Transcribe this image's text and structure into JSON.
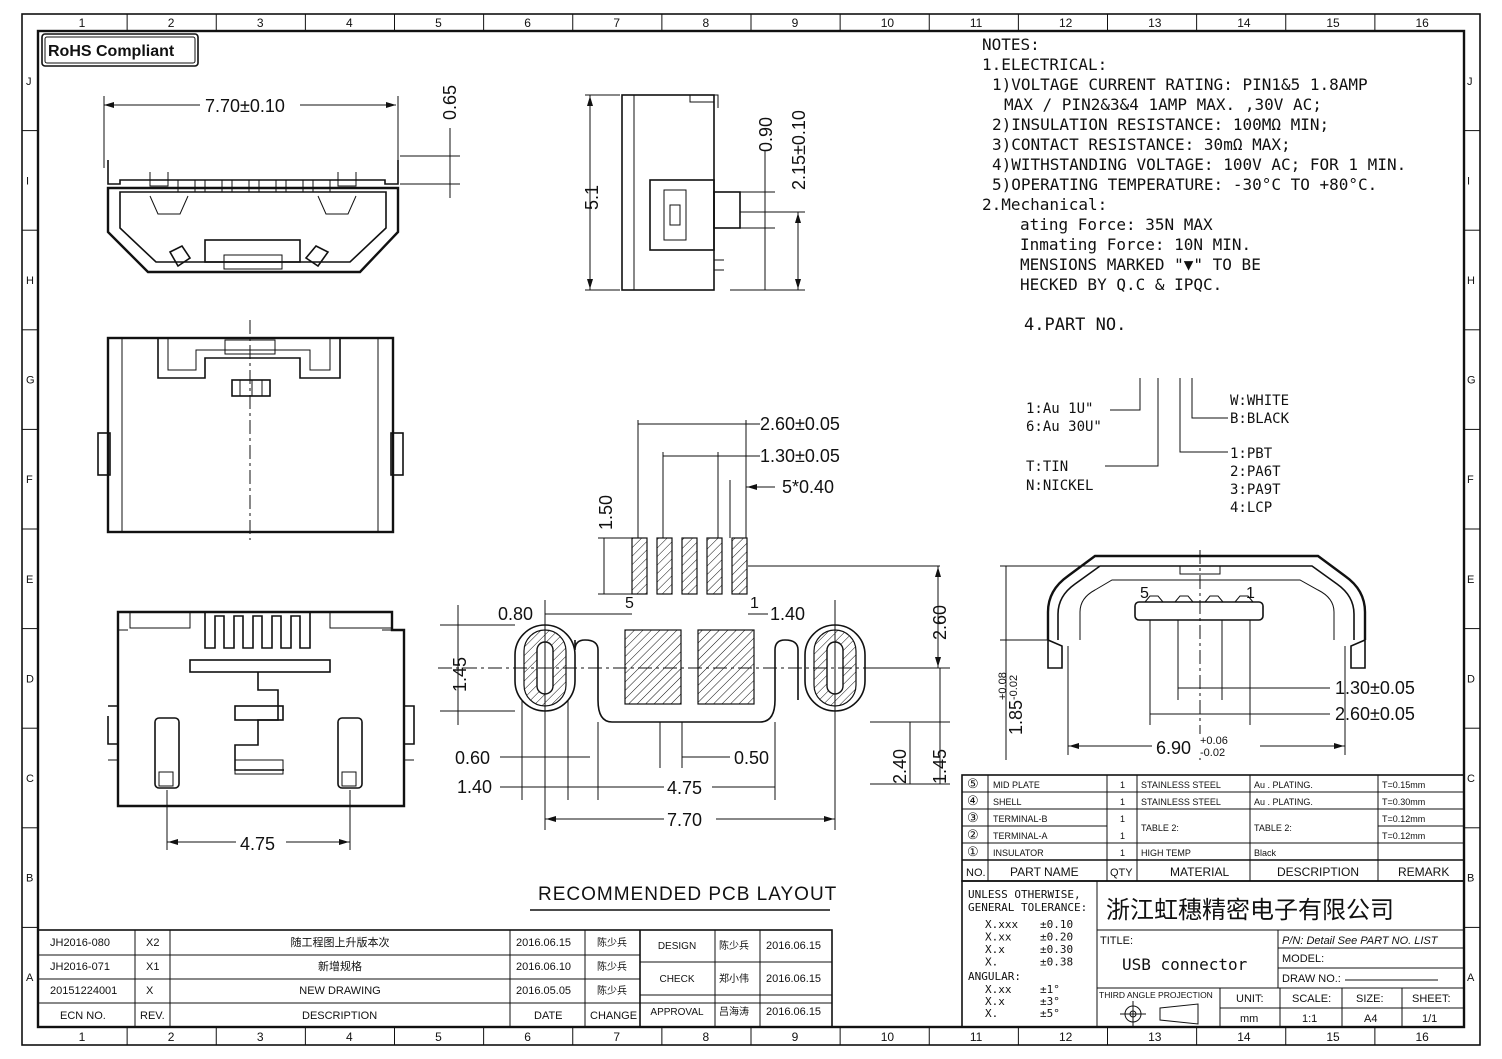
{
  "border": {
    "columns": [
      "1",
      "2",
      "3",
      "4",
      "5",
      "6",
      "7",
      "8",
      "9",
      "10",
      "11",
      "12",
      "13",
      "14",
      "15",
      "16"
    ],
    "rows": [
      "J",
      "I",
      "H",
      "G",
      "F",
      "E",
      "D",
      "C",
      "B",
      "A"
    ]
  },
  "rohs": "RoHS  Compliant",
  "notes": {
    "title": "NOTES:",
    "lines": [
      "1.ELECTRICAL:",
      "1)VOLTAGE CURRENT RATING: PIN1&5 1.8AMP",
      "MAX / PIN2&3&4 1AMP MAX. ,30V AC;",
      "2)INSULATION RESISTANCE: 100MΩ MIN;",
      "3)CONTACT RESISTANCE: 30mΩ MAX;",
      "4)WITHSTANDING VOLTAGE: 100V AC; FOR 1 MIN.",
      "5)OPERATING TEMPERATURE: -30°C TO +80°C.",
      "2.Mechanical:",
      "ating Force: 35N MAX",
      "Inmating Force: 10N MIN.",
      "MENSIONS MARKED \"▼\" TO BE",
      "HECKED BY Q.C & IPQC."
    ],
    "part_no": "4.PART NO."
  },
  "part_options": {
    "plating": [
      "1:Au 1U\"",
      "6:Au 30U\""
    ],
    "finish": [
      "T:TIN",
      "N:NICKEL"
    ],
    "color": [
      "W:WHITE",
      "B:BLACK"
    ],
    "material": [
      "1:PBT",
      "2:PA6T",
      "3:PA9T",
      "4:LCP"
    ]
  },
  "dimensions": {
    "front_width": "7.70±0.10",
    "front_height": "0.65",
    "side_height": "5.1",
    "side_pin": "0.90",
    "side_tab": "2.15±0.10",
    "bottom_width": "4.75",
    "pcb_pitch_outer": "2.60±0.05",
    "pcb_pitch_inner": "1.30±0.05",
    "pcb_pads": "5*0.40",
    "pcb_pad_height": "1.50",
    "pcb_080": "0.80",
    "pcb_140_right": "1.40",
    "pcb_145_left": "1.45",
    "pcb_260_right": "2.60",
    "pcb_060": "0.60",
    "pcb_140_left": "1.40",
    "pcb_050": "0.50",
    "pcb_475": "4.75",
    "pcb_770": "7.70",
    "pcb_240": "2.40",
    "pcb_145_right": "1.45",
    "pin5": "5",
    "pin1": "1",
    "end_height": "1.85",
    "end_height_tol_plus": "+0.08",
    "end_height_tol_minus": "-0.02",
    "end_130": "1.30±0.05",
    "end_260": "2.60±0.05",
    "end_width": "6.90",
    "end_width_tol_plus": "+0.06",
    "end_width_tol_minus": "-0.02",
    "end_pin5": "5",
    "end_pin1": "1"
  },
  "pcb_title": "RECOMMENDED PCB LAYOUT",
  "bom": {
    "rows": [
      {
        "no": "⑤",
        "name": "MID PLATE",
        "qty": "1",
        "material": "STAINLESS STEEL",
        "desc": "Au . PLATING.",
        "remark": "T=0.15mm"
      },
      {
        "no": "④",
        "name": "SHELL",
        "qty": "1",
        "material": "STAINLESS STEEL",
        "desc": "Au . PLATING.",
        "remark": "T=0.30mm"
      },
      {
        "no": "③",
        "name": "TERMINAL-B",
        "qty": "1",
        "material": "TABLE 2:",
        "desc": "TABLE 2:",
        "remark": "T=0.12mm"
      },
      {
        "no": "②",
        "name": "TERMINAL-A",
        "qty": "1",
        "material": "",
        "desc": "",
        "remark": "T=0.12mm"
      },
      {
        "no": "①",
        "name": "INSULATOR",
        "qty": "1",
        "material": "HIGH TEMP",
        "desc": "Black",
        "remark": ""
      }
    ],
    "headers": {
      "no": "NO.",
      "name": "PART NAME",
      "qty": "QTY",
      "material": "MATERIAL",
      "desc": "DESCRIPTION",
      "remark": "REMARK"
    }
  },
  "tolerance": {
    "title1": "UNLESS OTHERWISE,",
    "title2": "GENERAL TOLERANCE:",
    "rows": [
      [
        "X.xxx",
        "±0.10"
      ],
      [
        "X.xx",
        "±0.20"
      ],
      [
        "X.x",
        "±0.30"
      ],
      [
        "X.",
        "±0.38"
      ]
    ],
    "angular": "ANGULAR:",
    "angle_rows": [
      [
        "X.xx",
        "±1°"
      ],
      [
        "X.x",
        "±3°"
      ],
      [
        "X.",
        "±5°"
      ]
    ]
  },
  "company": "浙江虹穗精密电子有限公司",
  "title_block": {
    "title_label": "TITLE:",
    "title_value": "USB connector",
    "pn": "P/N: Detail See PART NO. LIST",
    "model": "MODEL:",
    "drawno": "DRAW NO.:",
    "projection": "THIRD ANGLE PROJECTION",
    "unit_label": "UNIT:",
    "unit": "mm",
    "scale_label": "SCALE:",
    "scale": "1:1",
    "size_label": "SIZE:",
    "size": "A4",
    "sheet_label": "SHEET:",
    "sheet": "1/1"
  },
  "revisions": {
    "rows": [
      {
        "ecn": "JH2016-080",
        "rev": "X2",
        "desc": "随工程图上升版本次",
        "date": "2016.06.15",
        "change": "陈少兵"
      },
      {
        "ecn": "JH2016-071",
        "rev": "X1",
        "desc": "新增规格",
        "date": "2016.06.10",
        "change": "陈少兵"
      },
      {
        "ecn": "20151224001",
        "rev": "X",
        "desc": "NEW DRAWING",
        "date": "2016.05.05",
        "change": "陈少兵"
      }
    ],
    "headers": {
      "ecn": "ECN NO.",
      "rev": "REV.",
      "desc": "DESCRIPTION",
      "date": "DATE",
      "change": "CHANGE"
    }
  },
  "approvals": [
    {
      "label": "DESIGN",
      "name": "陈少兵",
      "date": "2016.06.15"
    },
    {
      "label": "CHECK",
      "name": "郑小伟",
      "date": "2016.06.15"
    },
    {
      "label": "APPROVAL",
      "name": "吕海涛",
      "date": "2016.06.15"
    }
  ]
}
